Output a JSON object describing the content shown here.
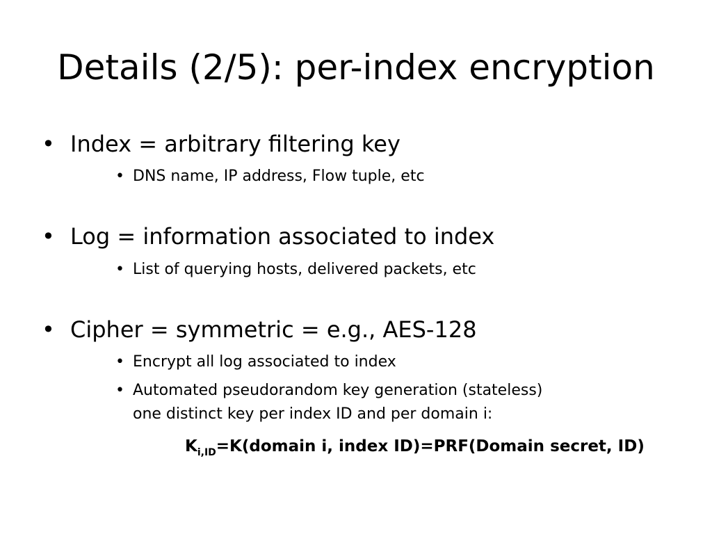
{
  "slide": {
    "title": "Details (2/5): per-index encryption",
    "bullet_symbol": "•",
    "items": [
      {
        "text": "Index = arbitrary filtering key",
        "subitems": [
          "DNS name, IP address, Flow tuple, etc"
        ]
      },
      {
        "text": "Log = information associated to index",
        "subitems": [
          "List of querying hosts, delivered packets, etc"
        ]
      },
      {
        "text": "Cipher = symmetric = e.g., AES-128",
        "subitems": [
          "Encrypt all log associated to index",
          "Automated pseudorandom key generation (stateless)",
          "one distinct key per index ID and per domain i:"
        ]
      }
    ],
    "formula": {
      "base": "K",
      "subscript": "i,ID",
      "rest": "=K(domain i, index ID)=PRF(Domain secret, ID)"
    }
  }
}
